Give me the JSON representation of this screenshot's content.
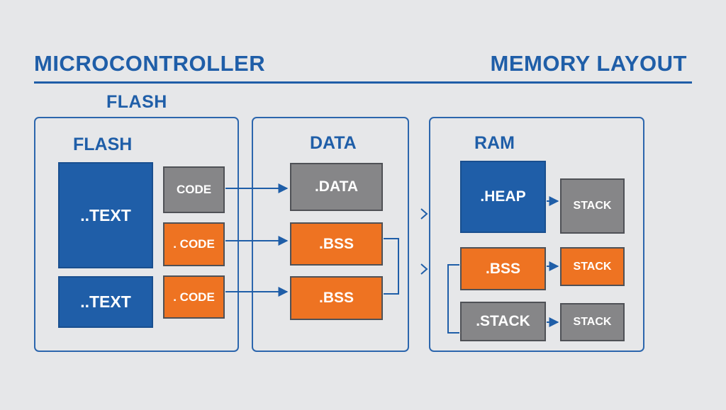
{
  "header": {
    "title_left": "MICROCONTROLLER",
    "title_right": "MEMORY LAYOUT",
    "subtitle": "FLASH"
  },
  "panels": {
    "flash": {
      "title": "FLASH",
      "text_main": "..TEXT",
      "text_second": "..TEXT",
      "code_1": "CODE",
      "code_2": ". CODE",
      "code_3": ". CODE"
    },
    "data": {
      "title": "DATA",
      "data_block": ".DATA",
      "bss_1": ".BSS",
      "bss_2": ".BSS"
    },
    "ram": {
      "title": "RAM",
      "heap_block": ".HEAP",
      "stack_1": "STACK",
      "bss_block": ".BSS",
      "stack_2": "STACK",
      "stack_3": ".STACK",
      "stack_4": "STACK"
    }
  },
  "colors": {
    "blue": "#1f5ea8",
    "gray": "#868688",
    "orange": "#ee7322",
    "background": "#e6e7e9"
  }
}
